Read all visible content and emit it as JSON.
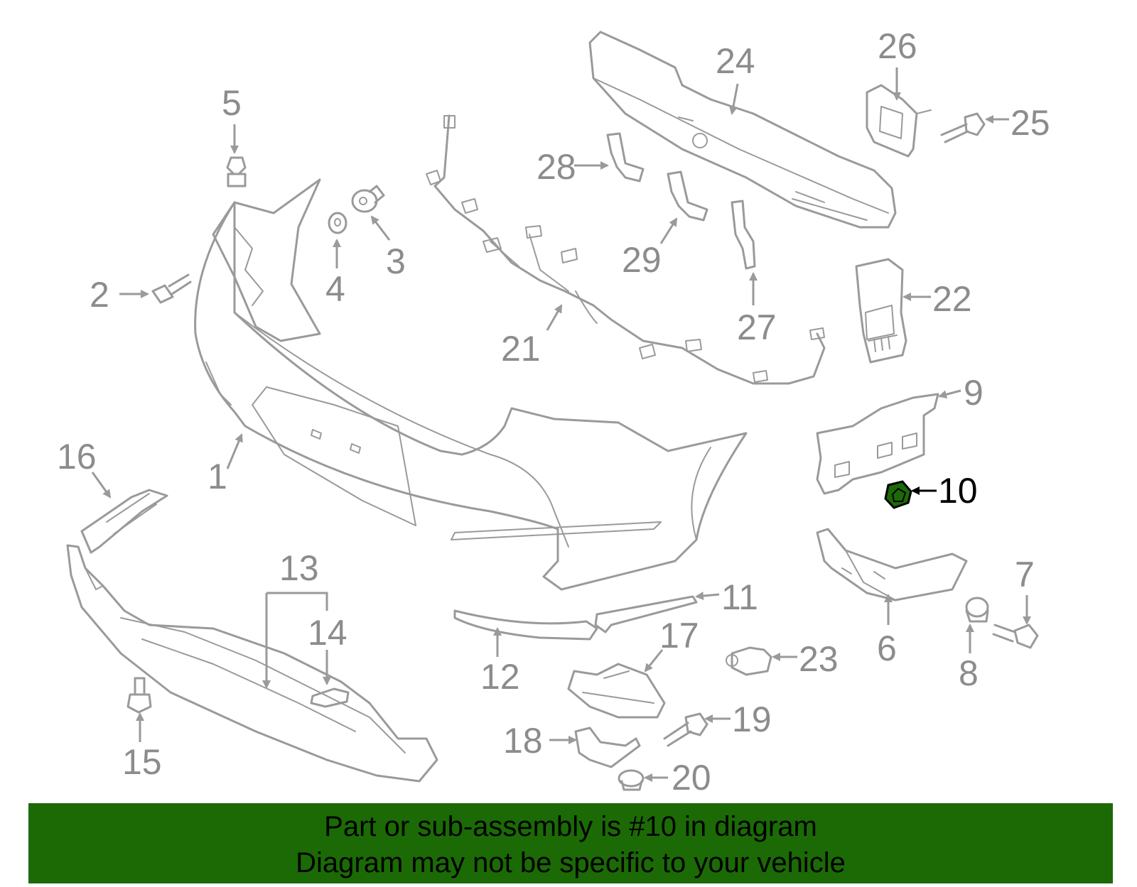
{
  "diagram": {
    "highlighted_part": "10",
    "highlight_color": "#1b6a06",
    "callouts": [
      "1",
      "2",
      "3",
      "4",
      "5",
      "6",
      "7",
      "8",
      "9",
      "10",
      "11",
      "12",
      "13",
      "14",
      "15",
      "16",
      "17",
      "18",
      "19",
      "20",
      "21",
      "22",
      "23",
      "24",
      "25",
      "26",
      "27",
      "28",
      "29"
    ]
  },
  "banner": {
    "line1": "Part or sub-assembly is #10 in diagram",
    "line2": "Diagram may not be specific to your vehicle",
    "background": "#1b6a06"
  }
}
